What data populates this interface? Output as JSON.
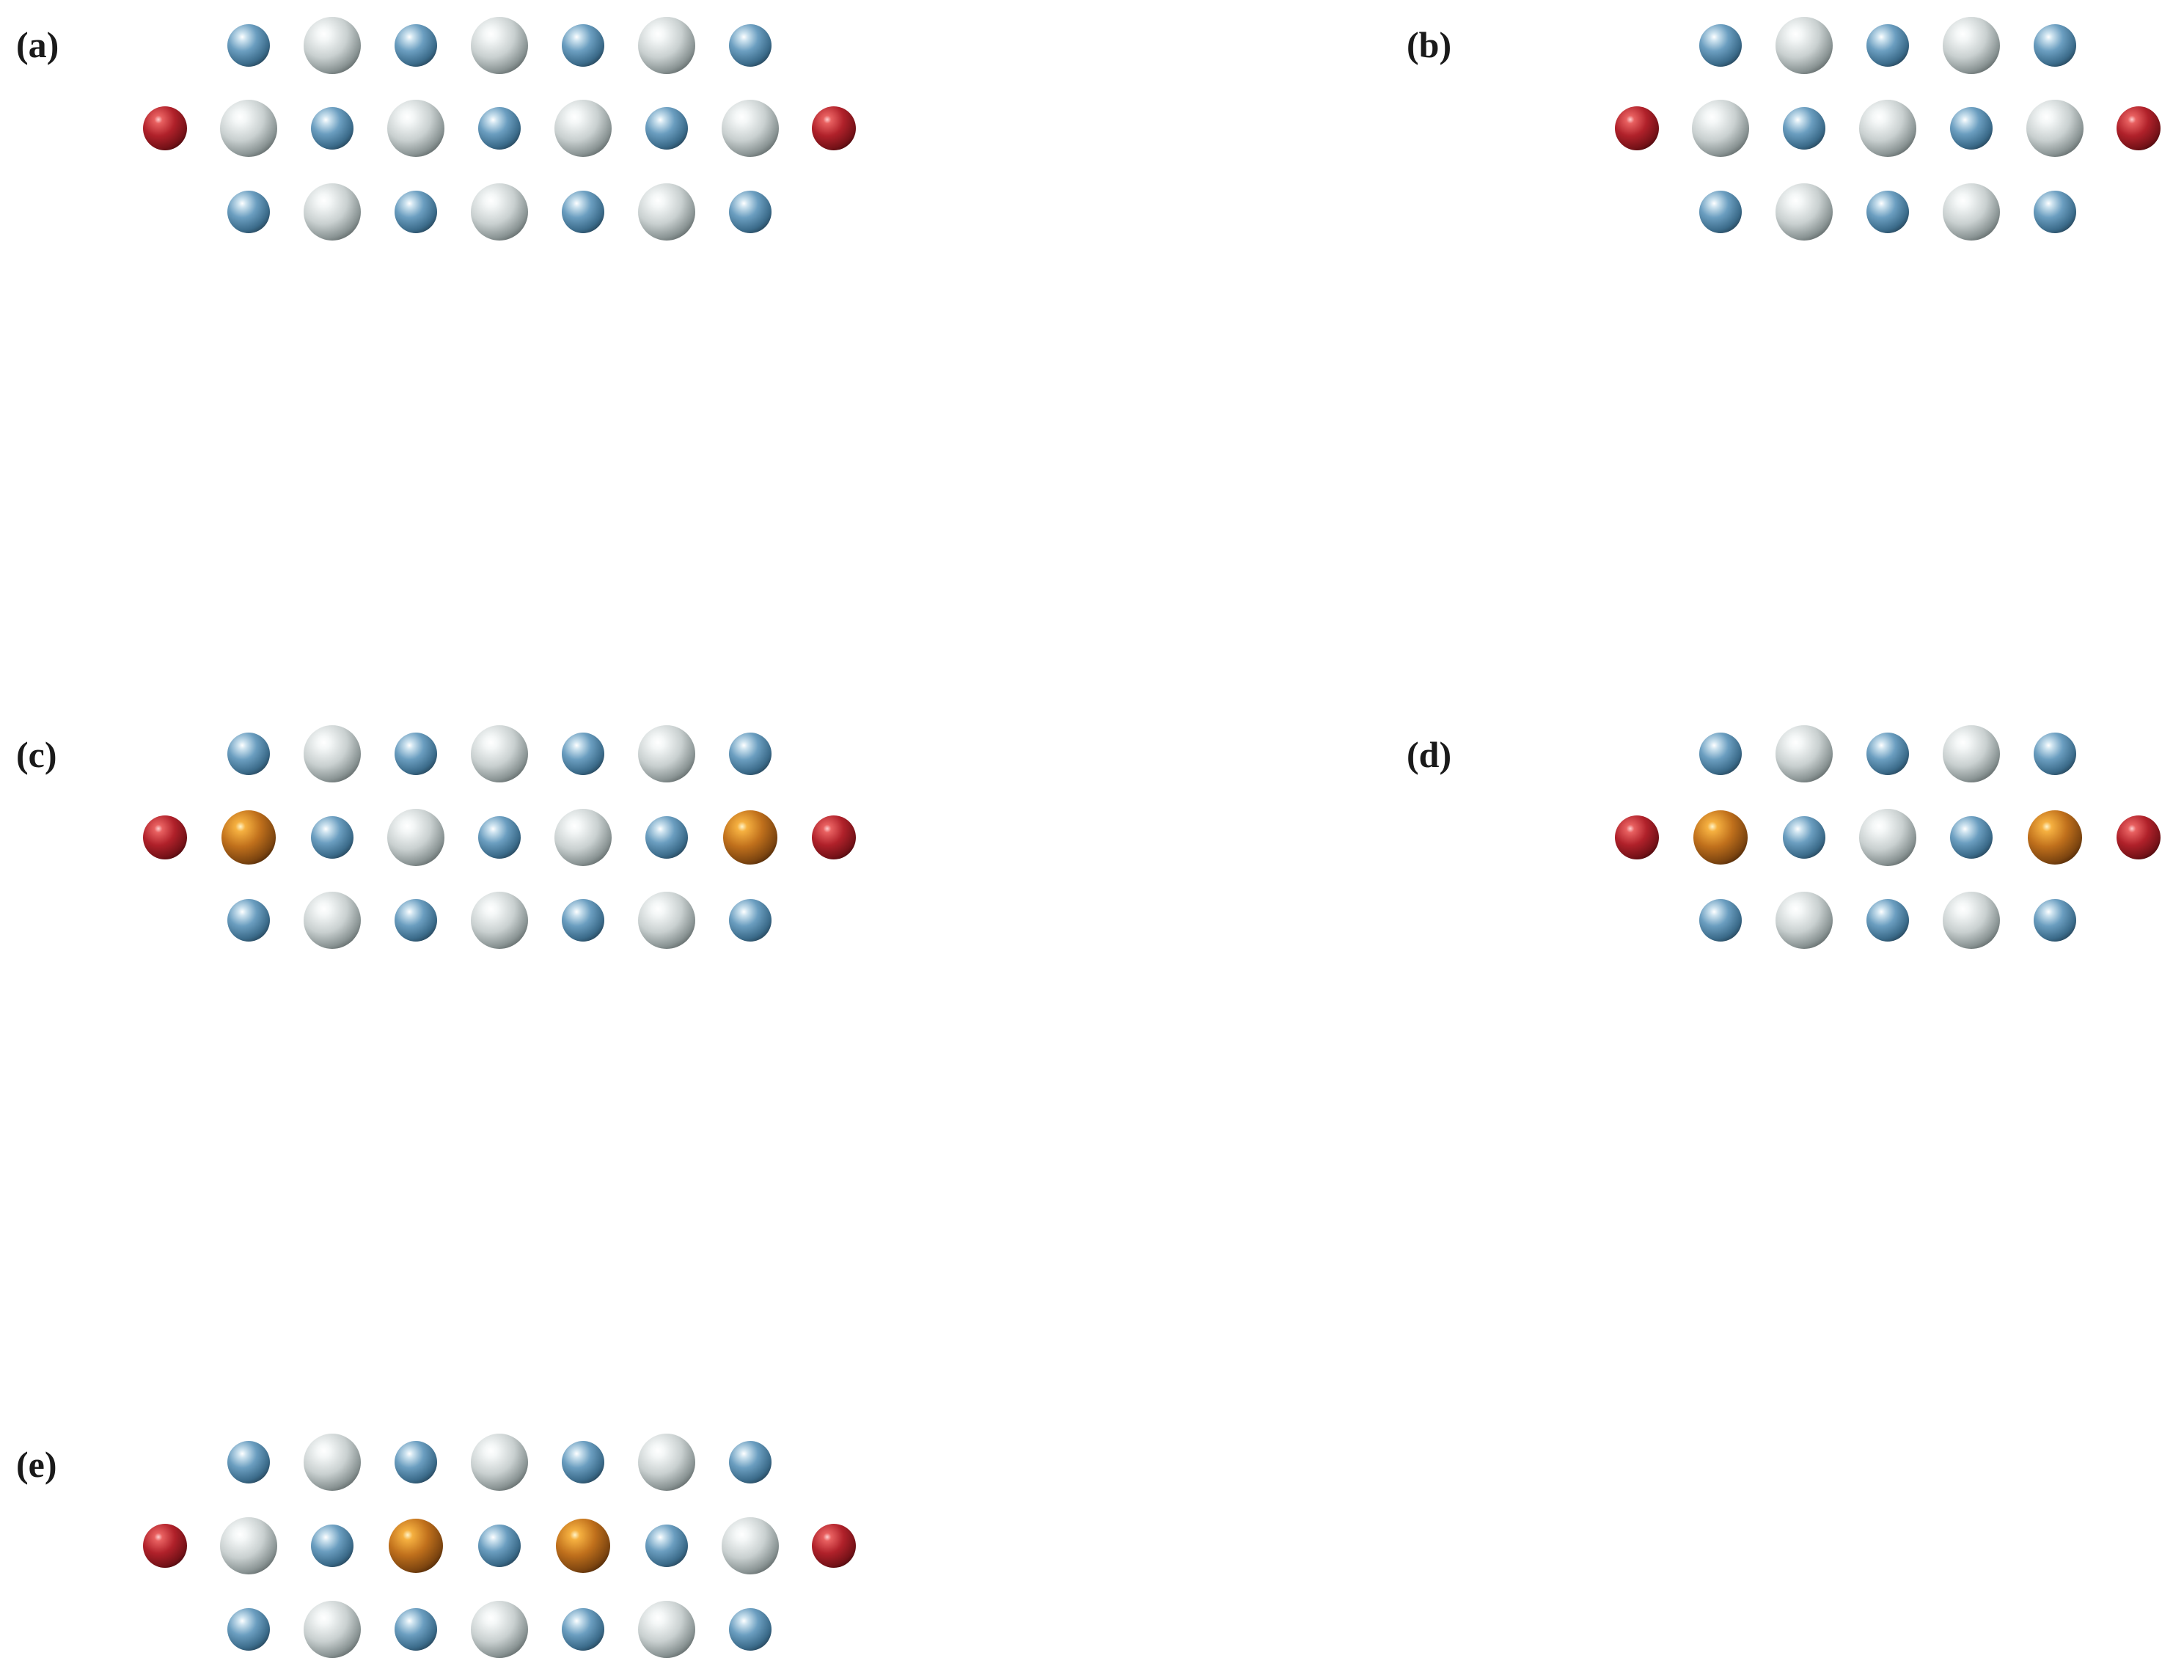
{
  "figure": {
    "panels": [
      {
        "id": "a",
        "label": "(a)",
        "rows": [
          [
            "blue",
            "white",
            "blue",
            "white",
            "blue",
            "white",
            "blue"
          ],
          [
            "red",
            "white",
            "blue",
            "white",
            "blue",
            "white",
            "blue",
            "white",
            "red"
          ],
          [
            "blue",
            "white",
            "blue",
            "white",
            "blue",
            "white",
            "blue"
          ]
        ]
      },
      {
        "id": "b",
        "label": "(b)",
        "rows": [
          [
            "blue",
            "white",
            "blue",
            "white",
            "blue"
          ],
          [
            "red",
            "white",
            "blue",
            "white",
            "blue",
            "white",
            "red"
          ],
          [
            "blue",
            "white",
            "blue",
            "white",
            "blue"
          ]
        ]
      },
      {
        "id": "c",
        "label": "(c)",
        "rows": [
          [
            "blue",
            "white",
            "blue",
            "white",
            "blue",
            "white",
            "blue"
          ],
          [
            "red",
            "orange",
            "blue",
            "white",
            "blue",
            "white",
            "blue",
            "orange",
            "red"
          ],
          [
            "blue",
            "white",
            "blue",
            "white",
            "blue",
            "white",
            "blue"
          ]
        ]
      },
      {
        "id": "d",
        "label": "(d)",
        "rows": [
          [
            "blue",
            "white",
            "blue",
            "white",
            "blue"
          ],
          [
            "red",
            "orange",
            "blue",
            "white",
            "blue",
            "orange",
            "red"
          ],
          [
            "blue",
            "white",
            "blue",
            "white",
            "blue"
          ]
        ]
      },
      {
        "id": "e",
        "label": "(e)",
        "rows": [
          [
            "blue",
            "white",
            "blue",
            "white",
            "blue",
            "white",
            "blue"
          ],
          [
            "red",
            "white",
            "blue",
            "orange",
            "blue",
            "orange",
            "blue",
            "white",
            "red"
          ],
          [
            "blue",
            "white",
            "blue",
            "white",
            "blue",
            "white",
            "blue"
          ]
        ]
      }
    ],
    "atom_colors": {
      "blue": "#5b8fb0",
      "white": "#c9d0d0",
      "red": "#b0212a",
      "orange": "#c0701c"
    }
  }
}
